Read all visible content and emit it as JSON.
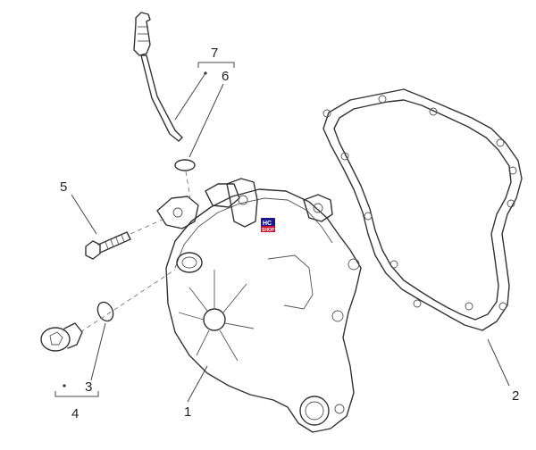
{
  "callouts": [
    {
      "id": "1",
      "label": "1"
    },
    {
      "id": "2",
      "label": "2"
    },
    {
      "id": "3",
      "label": "3"
    },
    {
      "id": "4",
      "label": "4"
    },
    {
      "id": "5",
      "label": "5"
    },
    {
      "id": "6",
      "label": "6"
    },
    {
      "id": "7",
      "label": "7"
    }
  ],
  "logo": {
    "line1": "HC",
    "line2": "SHOP",
    "accent": "#1a1a8a",
    "secondary": "#c8102e"
  }
}
